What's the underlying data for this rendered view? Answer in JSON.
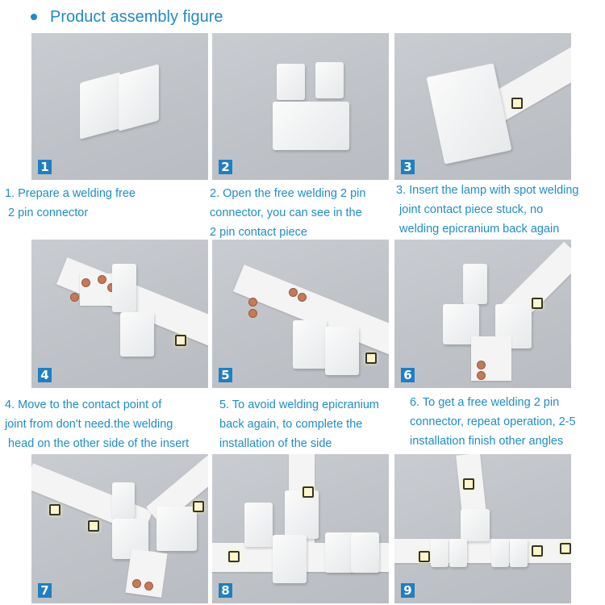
{
  "header": {
    "title": "Product assembly figure",
    "accent_color": "#1f8bc4"
  },
  "steps": [
    {
      "number": "1",
      "caption_lines": [
        "1. Prepare a welding free",
        " 2 pin connector"
      ],
      "image": "unassembled-2-pin-connector"
    },
    {
      "number": "2",
      "caption_lines": [
        "2. Open the free welding 2 pin",
        "connector, you can see in the",
        "2 pin contact piece"
      ],
      "image": "opened-connector-contacts"
    },
    {
      "number": "3",
      "caption_lines": [
        "3. Insert the lamp with spot welding",
        " joint contact piece stuck, no",
        " welding epicranium back again"
      ],
      "image": "strip-inserted-in-connector"
    },
    {
      "number": "4",
      "caption_lines": [
        "4. Move to the contact point of",
        "joint from don't need.the welding",
        " head on the other side of the insert"
      ],
      "image": "t-strip-with-open-connector"
    },
    {
      "number": "5",
      "caption_lines": [
        "5. To avoid welding epicranium",
        "back again, to complete the",
        "installation of the side"
      ],
      "image": "t-strip-connected-side"
    },
    {
      "number": "6",
      "caption_lines": [
        "6. To get a free welding 2 pin",
        "connector, repeat operation, 2-5",
        "installation finish other angles"
      ],
      "image": "l-corner-connection"
    },
    {
      "number": "7",
      "caption_lines": [],
      "image": "corner-connection-detail"
    },
    {
      "number": "8",
      "caption_lines": [],
      "image": "t-junction-partial"
    },
    {
      "number": "9",
      "caption_lines": [],
      "image": "t-junction-complete"
    }
  ],
  "badge_color": "#1f7fc2"
}
